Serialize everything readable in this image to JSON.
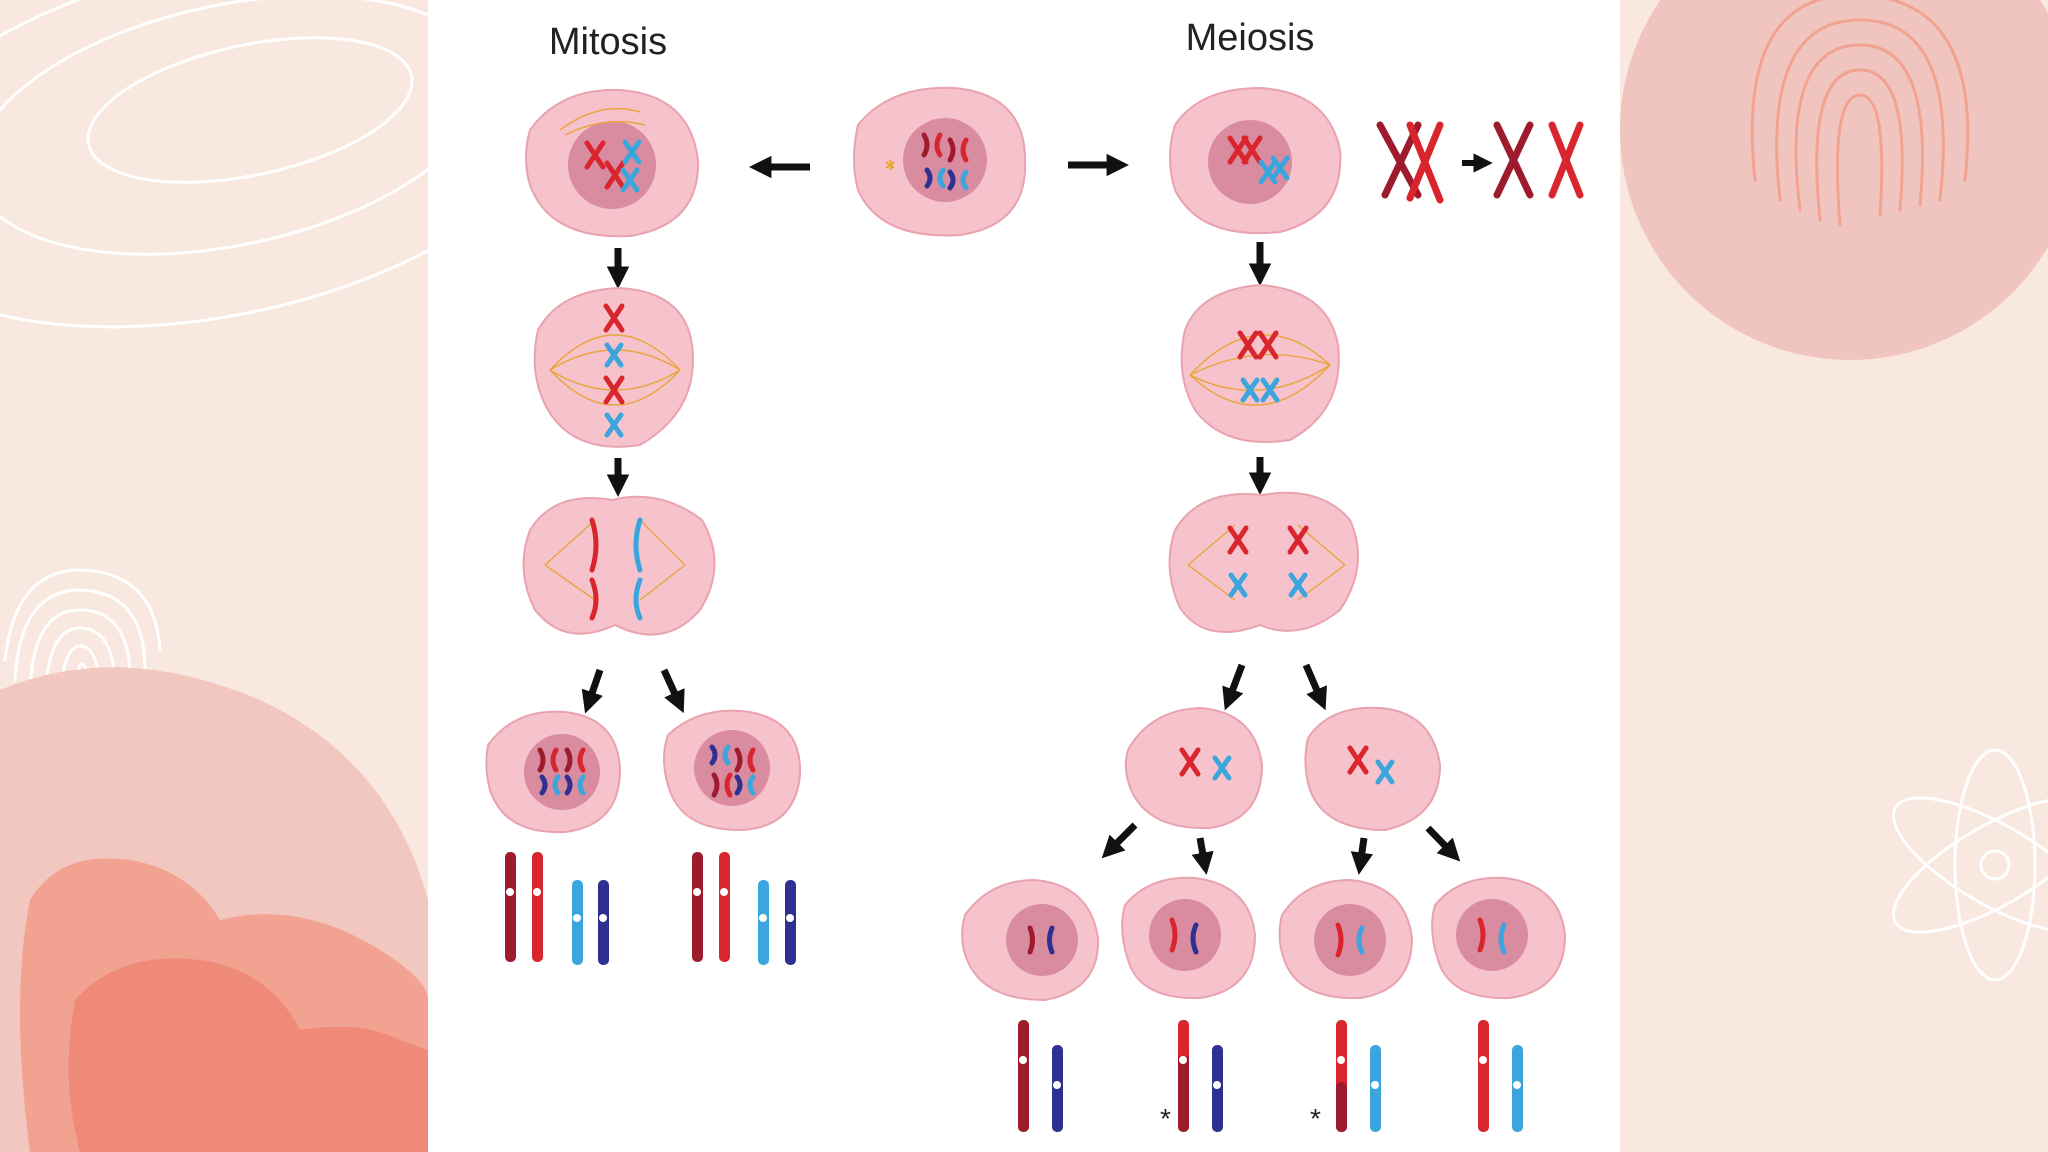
{
  "labels": {
    "mitosis": "Mitosis",
    "meiosis": "Meiosis",
    "crossover_marker": "*"
  },
  "colors": {
    "background": "#f9e8e0",
    "panel": "#ffffff",
    "cell": "#f6c2cb",
    "nucleus": "#d98ba0",
    "spindle": "#e8a53c",
    "chrom_dark_red": "#9e1b2d",
    "chrom_red": "#d9252d",
    "chrom_light_blue": "#3aa6dd",
    "chrom_dark_blue": "#2e3192",
    "arrow": "#111111",
    "blob_coral": "#f08a78",
    "blob_pink": "#f2b5ab",
    "line_art": "#ffffff"
  },
  "decorations": {
    "left_top": "concentric-ovals-line-art",
    "left_middle": "fingerprint-icon",
    "left_bottom": "coral-blobs",
    "right_top": "fingerprint-circle",
    "right_middle": "atom-icon"
  }
}
